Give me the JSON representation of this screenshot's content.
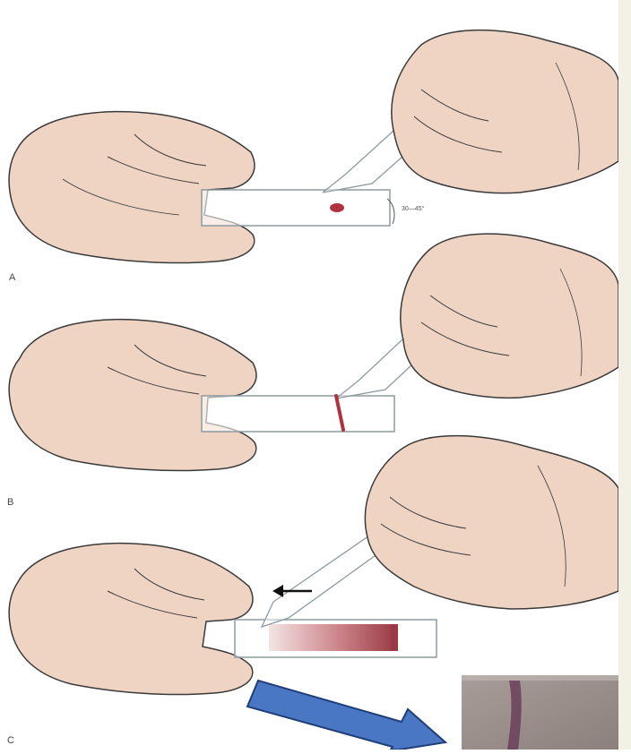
{
  "figure": {
    "panels": [
      {
        "label": "A",
        "step": "drop-placed-spreader-angled"
      },
      {
        "label": "B",
        "step": "spreader-backed-into-drop"
      },
      {
        "label": "C",
        "step": "spreader-pushed-forward-smear-formed"
      }
    ],
    "angle_annotation": "30—45°",
    "direction_arrow": "leftward"
  },
  "colors": {
    "skin": "#efd4c4",
    "skin_outline": "#3a3a3a",
    "blood": "#b0313f",
    "smear_dark": "#9a3a44",
    "smear_light": "#f1d9d9",
    "slide_edge": "#8d9aa0",
    "callout_arrow_fill": "#4a77c4",
    "callout_arrow_stroke": "#1f3f7a",
    "photo_bg": "#9a8f8c",
    "photo_streak": "#6b3f5a"
  }
}
